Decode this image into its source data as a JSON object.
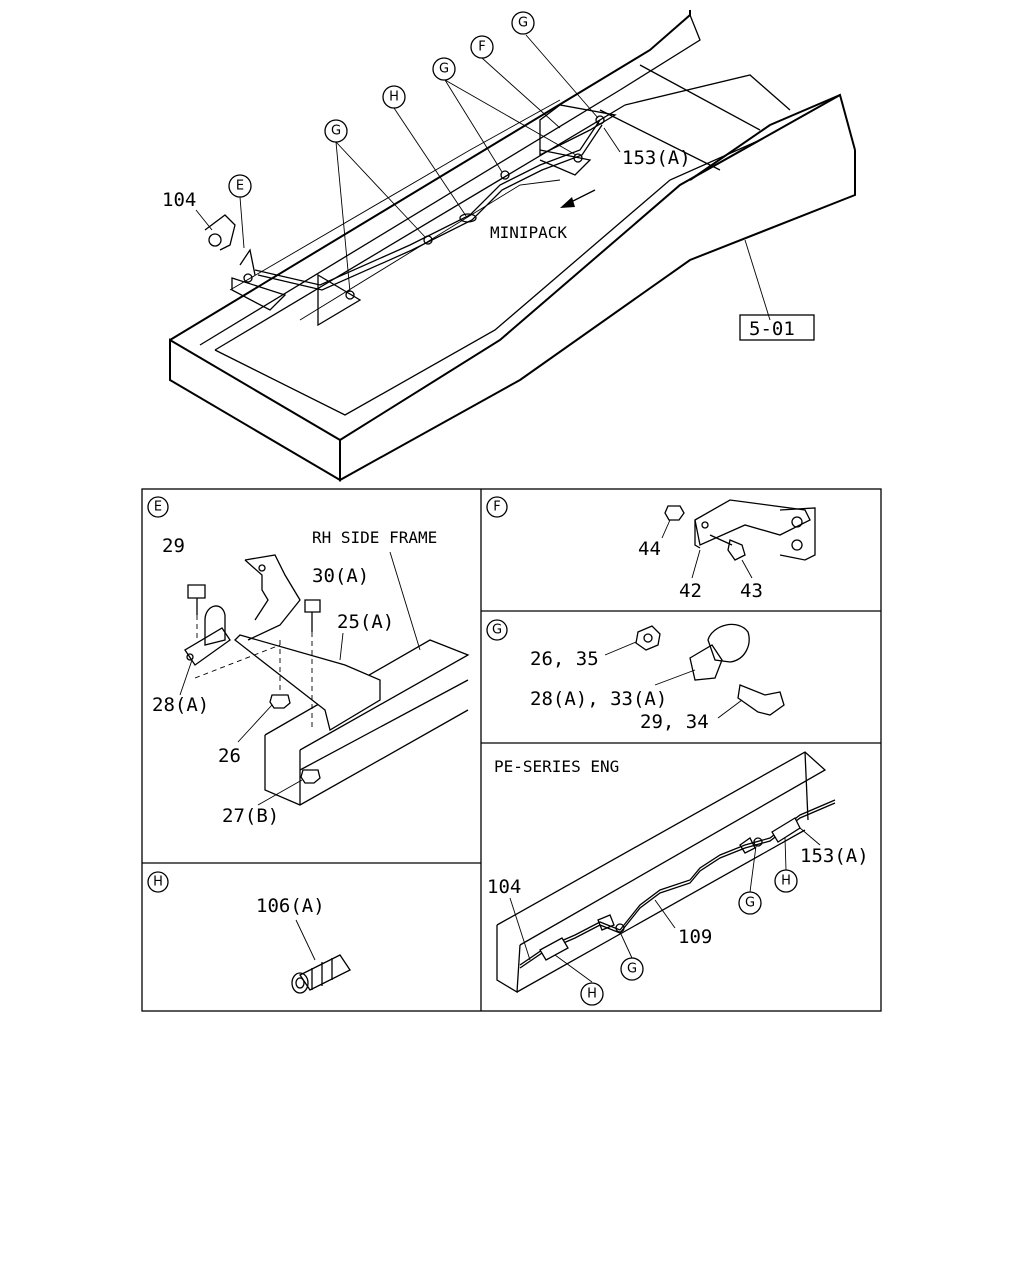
{
  "overview": {
    "callouts": {
      "e": "E",
      "f": "F",
      "g1": "G",
      "g2": "G",
      "g3": "G",
      "h": "H"
    },
    "part_104": "104",
    "part_153a": "153(A)",
    "minipack": "MINIPACK",
    "ref_box": "5-01"
  },
  "panel_e": {
    "letter": "E",
    "frame_label": "RH SIDE FRAME",
    "part_29": "29",
    "part_30a": "30(A)",
    "part_25a": "25(A)",
    "part_28a": "28(A)",
    "part_26": "26",
    "part_27b": "27(B)"
  },
  "panel_f": {
    "letter": "F",
    "part_44": "44",
    "part_42": "42",
    "part_43": "43"
  },
  "panel_g": {
    "letter": "G",
    "part_26_35": "26, 35",
    "part_28a_33a": "28(A), 33(A)",
    "part_29_34": "29, 34"
  },
  "panel_h": {
    "letter": "H",
    "part_106a": "106(A)"
  },
  "panel_pe": {
    "title": "PE-SERIES ENG",
    "part_104": "104",
    "part_109": "109",
    "part_153a": "153(A)",
    "callouts": {
      "g1": "G",
      "g2": "G",
      "h1": "H",
      "h2": "H"
    }
  }
}
